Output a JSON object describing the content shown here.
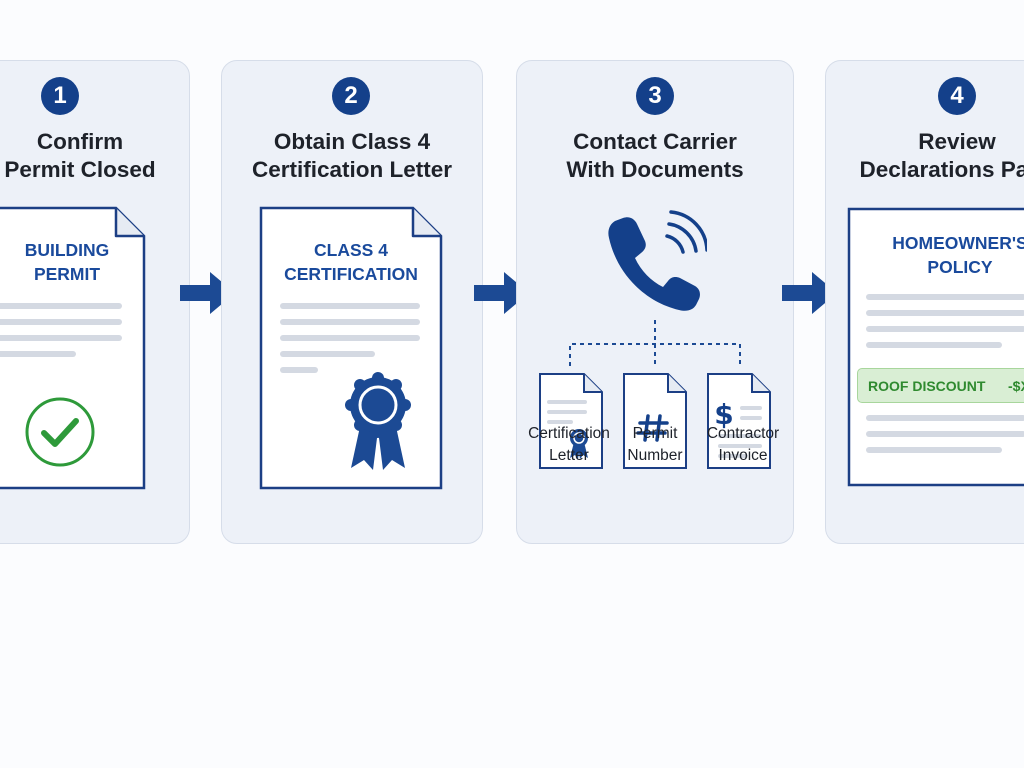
{
  "steps": [
    {
      "number": "1",
      "title_lines": [
        "Confirm",
        "Permit Closed"
      ],
      "doc_heading": [
        "BUILDING",
        "PERMIT"
      ]
    },
    {
      "number": "2",
      "title_lines": [
        "Obtain Class 4",
        "Certification Letter"
      ],
      "doc_heading": [
        "CLASS 4",
        "CERTIFICATION"
      ]
    },
    {
      "number": "3",
      "title_lines": [
        "Contact Carrier",
        "With Documents"
      ],
      "documents": [
        {
          "label_lines": [
            "Certification",
            "Letter"
          ],
          "icon": "ribbon-icon"
        },
        {
          "label_lines": [
            "Permit",
            "Number"
          ],
          "icon": "hash-icon"
        },
        {
          "label_lines": [
            "Contractor",
            "Invoice"
          ],
          "icon": "dollar-icon"
        }
      ]
    },
    {
      "number": "4",
      "title_lines": [
        "Review",
        "Declarations Page"
      ],
      "doc_heading": [
        "HOMEOWNER'S",
        "POLICY"
      ],
      "discount_label": "ROOF DISCOUNT",
      "discount_value": "-$XX"
    }
  ],
  "colors": {
    "navy": "#14408a",
    "heading_blue": "#1a4a9c",
    "check_green": "#2e9a3a",
    "discount_bg": "#d9eed4"
  }
}
